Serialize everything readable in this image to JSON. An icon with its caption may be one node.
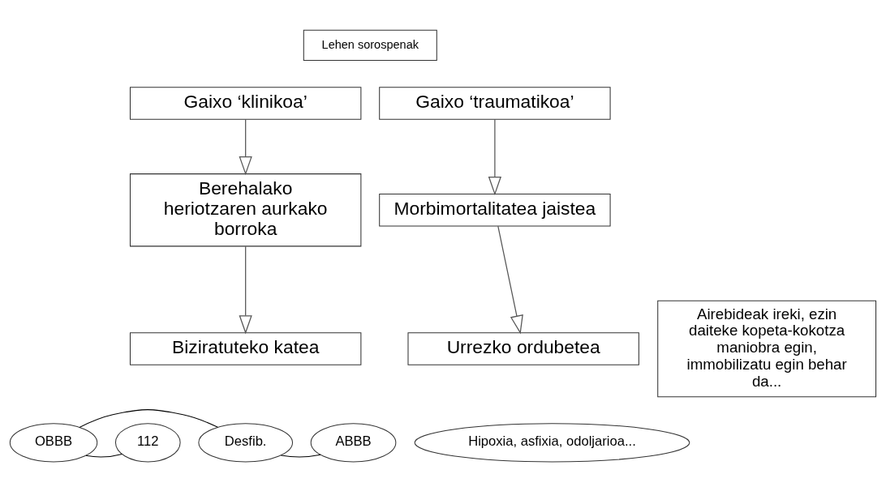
{
  "diagram": {
    "nodes": [
      {
        "text": [
          "Lehen sorospenak"
        ]
      },
      {
        "text": [
          "Gaixo ‘klinikoa’"
        ]
      },
      {
        "text": [
          "Berehalako heriotzaren aurkako borroka"
        ]
      },
      {
        "text": [
          "Biziratuteko katea"
        ]
      },
      {
        "text": [
          "112"
        ]
      },
      {
        "text": [
          "OBBB"
        ]
      },
      {
        "text": [
          "Desfib."
        ]
      },
      {
        "text": [
          "ABBB"
        ]
      },
      {
        "text": [
          "Gaixo ‘traumatikoa’"
        ]
      },
      {
        "text": [
          "Morbimortalitatea jaistea"
        ]
      },
      {
        "text": [
          "Urrezko ordubetea"
        ]
      },
      {
        "text": [
          "Hipoxia, asfixia, odoljarioa..."
        ]
      },
      {
        "text": [
          "Airebideak ireki, ezin daiteke kopeta-kokotza maniobra egin, immobilizatu egin behar da..."
        ]
      }
    ],
    "edges": [
      {
        "from": 1,
        "to": 2,
        "arrow": "to"
      },
      {
        "from": 2,
        "to": 3,
        "arrow": "to"
      },
      {
        "from": 4,
        "to": 5,
        "arrow": "none"
      },
      {
        "from": 5,
        "to": 6,
        "arrow": "none"
      },
      {
        "from": 6,
        "to": 7,
        "arrow": "none"
      },
      {
        "from": 8,
        "to": 9,
        "arrow": "to"
      },
      {
        "from": 9,
        "to": 10,
        "arrow": "to"
      }
    ]
  }
}
